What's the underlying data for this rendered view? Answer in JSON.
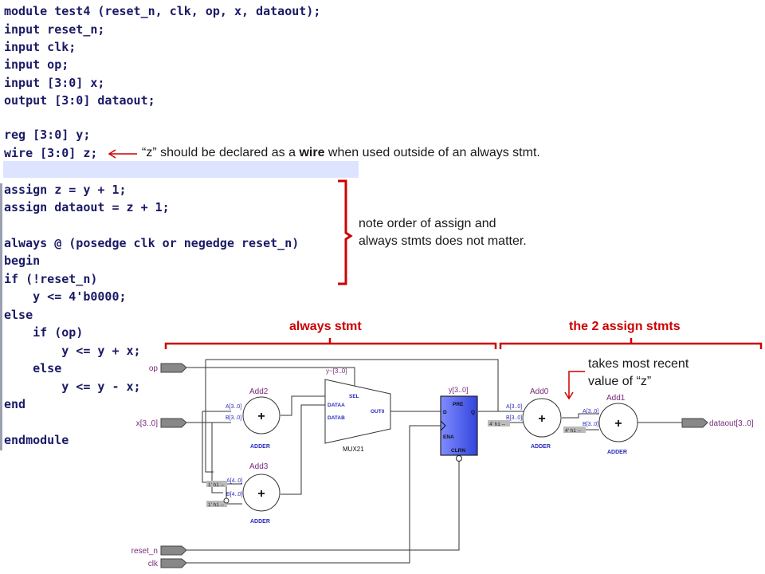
{
  "code": {
    "lines": [
      "module test4 (reset_n, clk, op, x, dataout);",
      "input reset_n;",
      "input clk;",
      "input op;",
      "input [3:0] x;",
      "output [3:0] dataout;",
      "",
      "reg [3:0] y;",
      "wire [3:0] z;",
      "",
      "assign z = y + 1;",
      "assign dataout = z + 1;",
      "",
      "always @ (posedge clk or negedge reset_n)",
      "begin",
      "if (!reset_n)",
      "    y <= 4'b0000;",
      "else",
      "    if (op)",
      "        y <= y + x;",
      "    else",
      "        y <= y - x;",
      "end",
      "",
      "endmodule"
    ]
  },
  "annotations": {
    "wire_note_pre": "“z” should be declared as a ",
    "wire_note_bold": "wire",
    "wire_note_post": " when used outside of an always stmt.",
    "order_note_line1": "note order of assign and",
    "order_note_line2": "always stmts does not matter.",
    "always_label": "always stmt",
    "assign_label": "the 2 assign stmts",
    "recent_line1": "takes most recent",
    "recent_line2": "value of “z”"
  },
  "schematic": {
    "ports": {
      "op": "op",
      "x": "x[3..0]",
      "reset_n": "reset_n",
      "clk": "clk",
      "dataout": "dataout[3..0]"
    },
    "add2": {
      "name": "Add2",
      "a": "A[3..0]",
      "b": "B[3..0]",
      "type": "ADDER"
    },
    "add3": {
      "name": "Add3",
      "a": "A[4..0]",
      "b": "B[4..0]",
      "type": "ADDER",
      "const1": "1' h1 --",
      "const2": "1' h1 --"
    },
    "mux": {
      "signal": "y~[3..0]",
      "sel": "SEL",
      "dataa": "DATAA",
      "datab": "DATAB",
      "out": "OUT0",
      "type": "MUX21"
    },
    "reg": {
      "name": "y[3..0]",
      "pre": "PRE",
      "d": "D",
      "q": "Q",
      "ena": "ENA",
      "clrn": "CLRN"
    },
    "add0": {
      "name": "Add0",
      "a": "A[3..0]",
      "b": "B[3..0]",
      "type": "ADDER",
      "const": "4' h1 --"
    },
    "add1": {
      "name": "Add1",
      "a": "A[3..0]",
      "b": "B[3..0]",
      "type": "ADDER",
      "const": "4' h1 --"
    },
    "plus": "+"
  },
  "colors": {
    "keyword": "#1a1a66",
    "annotation_red": "#cc0000",
    "wire_gray": "#444444",
    "instance_purple": "#7a2a7a",
    "port_blue": "#2b2bbb",
    "register_fill": "#5566ee"
  }
}
